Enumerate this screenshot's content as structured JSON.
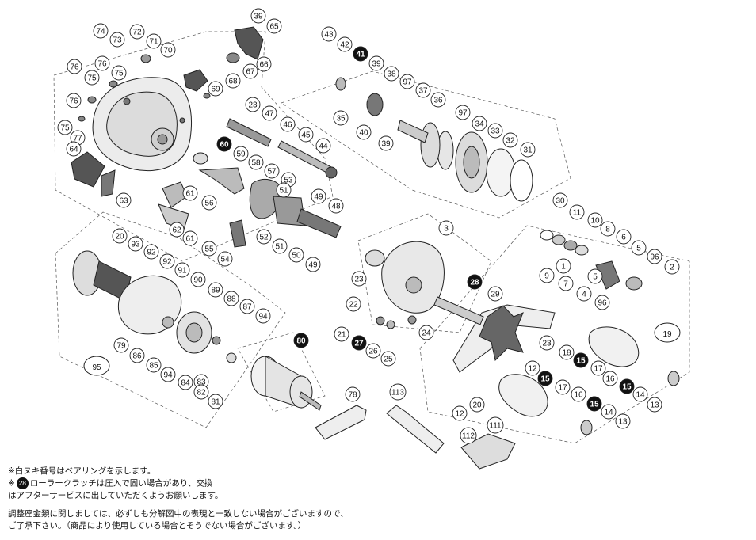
{
  "diagram": {
    "callouts": [
      {
        "label": "39",
        "style": "outline"
      },
      {
        "label": "65",
        "style": "outline"
      },
      {
        "label": "74",
        "style": "outline"
      },
      {
        "label": "73",
        "style": "outline"
      },
      {
        "label": "72",
        "style": "outline"
      },
      {
        "label": "71",
        "style": "outline"
      },
      {
        "label": "70",
        "style": "outline"
      },
      {
        "label": "66",
        "style": "outline"
      },
      {
        "label": "76",
        "style": "outline"
      },
      {
        "label": "75",
        "style": "outline"
      },
      {
        "label": "76",
        "style": "outline"
      },
      {
        "label": "75",
        "style": "outline"
      },
      {
        "label": "67",
        "style": "outline"
      },
      {
        "label": "68",
        "style": "outline"
      },
      {
        "label": "69",
        "style": "outline"
      },
      {
        "label": "76",
        "style": "outline"
      },
      {
        "label": "23",
        "style": "outline"
      },
      {
        "label": "47",
        "style": "outline"
      },
      {
        "label": "46",
        "style": "outline"
      },
      {
        "label": "45",
        "style": "outline"
      },
      {
        "label": "44",
        "style": "outline"
      },
      {
        "label": "75",
        "style": "outline"
      },
      {
        "label": "77",
        "style": "outline"
      },
      {
        "label": "64",
        "style": "outline"
      },
      {
        "label": "60",
        "style": "filled"
      },
      {
        "label": "59",
        "style": "outline"
      },
      {
        "label": "58",
        "style": "outline"
      },
      {
        "label": "57",
        "style": "outline"
      },
      {
        "label": "53",
        "style": "outline"
      },
      {
        "label": "51",
        "style": "outline"
      },
      {
        "label": "49",
        "style": "outline"
      },
      {
        "label": "48",
        "style": "outline"
      },
      {
        "label": "61",
        "style": "outline"
      },
      {
        "label": "56",
        "style": "outline"
      },
      {
        "label": "63",
        "style": "outline"
      },
      {
        "label": "62",
        "style": "outline"
      },
      {
        "label": "61",
        "style": "outline"
      },
      {
        "label": "55",
        "style": "outline"
      },
      {
        "label": "54",
        "style": "outline"
      },
      {
        "label": "52",
        "style": "outline"
      },
      {
        "label": "51",
        "style": "outline"
      },
      {
        "label": "50",
        "style": "outline"
      },
      {
        "label": "49",
        "style": "outline"
      },
      {
        "label": "43",
        "style": "outline"
      },
      {
        "label": "42",
        "style": "outline"
      },
      {
        "label": "41",
        "style": "filled"
      },
      {
        "label": "39",
        "style": "outline"
      },
      {
        "label": "38",
        "style": "outline"
      },
      {
        "label": "97",
        "style": "outline"
      },
      {
        "label": "37",
        "style": "outline"
      },
      {
        "label": "36",
        "style": "outline"
      },
      {
        "label": "35",
        "style": "outline"
      },
      {
        "label": "40",
        "style": "outline"
      },
      {
        "label": "39",
        "style": "outline"
      },
      {
        "label": "97",
        "style": "outline"
      },
      {
        "label": "34",
        "style": "outline"
      },
      {
        "label": "33",
        "style": "outline"
      },
      {
        "label": "32",
        "style": "outline"
      },
      {
        "label": "31",
        "style": "outline"
      },
      {
        "label": "30",
        "style": "outline"
      },
      {
        "label": "11",
        "style": "outline"
      },
      {
        "label": "10",
        "style": "outline"
      },
      {
        "label": "8",
        "style": "outline"
      },
      {
        "label": "6",
        "style": "outline"
      },
      {
        "label": "5",
        "style": "outline"
      },
      {
        "label": "96",
        "style": "outline"
      },
      {
        "label": "2",
        "style": "outline"
      },
      {
        "label": "1",
        "style": "outline"
      },
      {
        "label": "9",
        "style": "outline"
      },
      {
        "label": "7",
        "style": "outline"
      },
      {
        "label": "5",
        "style": "outline"
      },
      {
        "label": "4",
        "style": "outline"
      },
      {
        "label": "96",
        "style": "outline"
      },
      {
        "label": "3",
        "style": "outline"
      },
      {
        "label": "23",
        "style": "outline"
      },
      {
        "label": "28",
        "style": "filled"
      },
      {
        "label": "22",
        "style": "outline"
      },
      {
        "label": "29",
        "style": "outline"
      },
      {
        "label": "21",
        "style": "outline"
      },
      {
        "label": "27",
        "style": "filled"
      },
      {
        "label": "26",
        "style": "outline"
      },
      {
        "label": "25",
        "style": "outline"
      },
      {
        "label": "24",
        "style": "outline"
      },
      {
        "label": "23",
        "style": "outline"
      },
      {
        "label": "18",
        "style": "outline"
      },
      {
        "label": "15",
        "style": "filled"
      },
      {
        "label": "17",
        "style": "outline"
      },
      {
        "label": "16",
        "style": "outline"
      },
      {
        "label": "15",
        "style": "filled"
      },
      {
        "label": "14",
        "style": "outline"
      },
      {
        "label": "13",
        "style": "outline"
      },
      {
        "label": "12",
        "style": "outline"
      },
      {
        "label": "15",
        "style": "filled"
      },
      {
        "label": "17",
        "style": "outline"
      },
      {
        "label": "16",
        "style": "outline"
      },
      {
        "label": "15",
        "style": "filled"
      },
      {
        "label": "14",
        "style": "outline"
      },
      {
        "label": "13",
        "style": "outline"
      },
      {
        "label": "12",
        "style": "outline"
      },
      {
        "label": "20",
        "style": "outline"
      },
      {
        "label": "20",
        "style": "outline"
      },
      {
        "label": "93",
        "style": "outline"
      },
      {
        "label": "92",
        "style": "outline"
      },
      {
        "label": "92",
        "style": "outline"
      },
      {
        "label": "91",
        "style": "outline"
      },
      {
        "label": "90",
        "style": "outline"
      },
      {
        "label": "89",
        "style": "outline"
      },
      {
        "label": "88",
        "style": "outline"
      },
      {
        "label": "87",
        "style": "outline"
      },
      {
        "label": "94",
        "style": "outline"
      },
      {
        "label": "79",
        "style": "outline"
      },
      {
        "label": "86",
        "style": "outline"
      },
      {
        "label": "85",
        "style": "outline"
      },
      {
        "label": "94",
        "style": "outline"
      },
      {
        "label": "84",
        "style": "outline"
      },
      {
        "label": "83",
        "style": "outline"
      },
      {
        "label": "82",
        "style": "outline"
      },
      {
        "label": "81",
        "style": "outline"
      },
      {
        "label": "80",
        "style": "filled"
      },
      {
        "label": "78",
        "style": "outline"
      },
      {
        "label": "113",
        "style": "outline"
      },
      {
        "label": "112",
        "style": "outline"
      },
      {
        "label": "111",
        "style": "outline"
      },
      {
        "label": "111",
        "style": "outline"
      }
    ],
    "group_labels": [
      {
        "label": "95"
      },
      {
        "label": "19"
      }
    ]
  },
  "notes": {
    "line1": "※白ヌキ番号はベアリングを示します。",
    "line2_prefix": "※",
    "line2_badge": "28",
    "line2_text": "ローラークラッチは圧入で固い場合があり、交換",
    "line3": "はアフターサービスに出していただくようお願いします。",
    "line4": "調整座金類に関しましては、必ずしも分解図中の表現と一致しない場合がございますので、",
    "line5": "ご了承下さい。（商品により使用している場合とそうでない場合がございます。）"
  }
}
